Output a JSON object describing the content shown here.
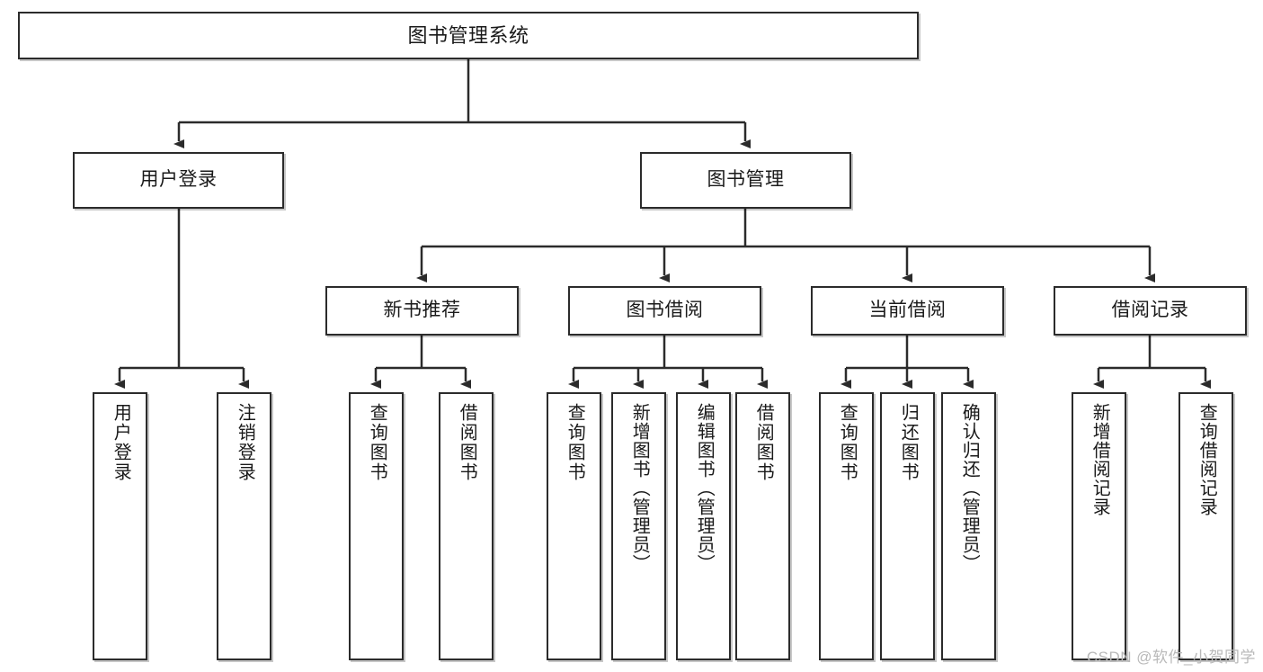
{
  "diagram": {
    "title": "图书管理系统",
    "type": "tree-hierarchy",
    "colors": {
      "background": "#ffffff",
      "box_border": "#2b2b2b",
      "box_fill": "#ffffff",
      "edge": "#2b2b2b",
      "watermark": "#b9b9b9"
    },
    "root": {
      "label": "图书管理系统"
    },
    "level2": [
      {
        "label": "用户登录"
      },
      {
        "label": "图书管理"
      }
    ],
    "level3": [
      {
        "label": "新书推荐"
      },
      {
        "label": "图书借阅"
      },
      {
        "label": "当前借阅"
      },
      {
        "label": "借阅记录"
      }
    ],
    "leaves": {
      "user_login": [
        {
          "label": "用户登录"
        },
        {
          "label": "注销登录"
        }
      ],
      "new_book_recommend": [
        {
          "label": "查询图书"
        },
        {
          "label": "借阅图书"
        }
      ],
      "book_borrow": [
        {
          "label": "查询图书"
        },
        {
          "label": "新增图书（管理员）"
        },
        {
          "label": "编辑图书（管理员）"
        },
        {
          "label": "借阅图书"
        }
      ],
      "current_borrow": [
        {
          "label": "查询图书"
        },
        {
          "label": "归还图书"
        },
        {
          "label": "确认归还（管理员）"
        }
      ],
      "borrow_record": [
        {
          "label": "新增借阅记录"
        },
        {
          "label": "查询借阅记录"
        }
      ]
    }
  },
  "watermark": {
    "text": "CSDN @软件_小贺同学"
  }
}
